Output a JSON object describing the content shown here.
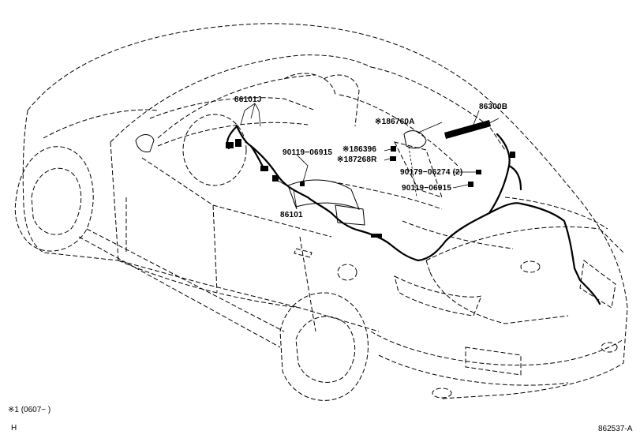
{
  "labels": {
    "p86101J": "86101J",
    "p86101": "86101",
    "p86300B": "86300B",
    "p186760A": "※186760A",
    "p186396": "※186396",
    "p187268R": "※187268R",
    "p90119_a": "90119−06915",
    "p90179": "90179−06274 (2)",
    "p90119_b": "90119−06915"
  },
  "footer": {
    "note": "※1 (0607−     )",
    "mark": "H",
    "figure_id": "862537-A"
  }
}
